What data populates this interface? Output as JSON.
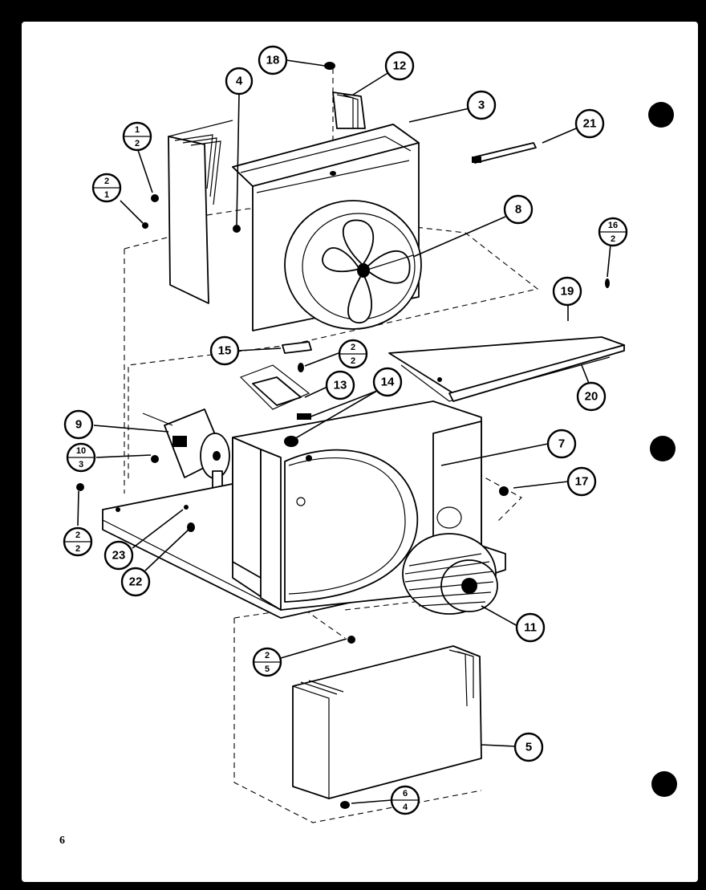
{
  "page_number": "6",
  "callouts": {
    "c18": "18",
    "c12": "12",
    "c4": "4",
    "c3": "3",
    "c21": "21",
    "c8": "8",
    "c19": "19",
    "c15": "15",
    "c13": "13",
    "c14": "14",
    "c20": "20",
    "c9": "9",
    "c7": "7",
    "c17": "17",
    "c23": "23",
    "c22": "22",
    "c11": "11",
    "c5": "5"
  },
  "fractions": {
    "f1_2": {
      "top": "1",
      "bottom": "2"
    },
    "f2_1": {
      "top": "2",
      "bottom": "1"
    },
    "f16_2": {
      "top": "16",
      "bottom": "2"
    },
    "f2_2a": {
      "top": "2",
      "bottom": "2"
    },
    "f10_3": {
      "top": "10",
      "bottom": "3"
    },
    "f2_2b": {
      "top": "2",
      "bottom": "2"
    },
    "f2_5": {
      "top": "2",
      "bottom": "5"
    },
    "f6_4": {
      "top": "6",
      "bottom": "4"
    }
  }
}
